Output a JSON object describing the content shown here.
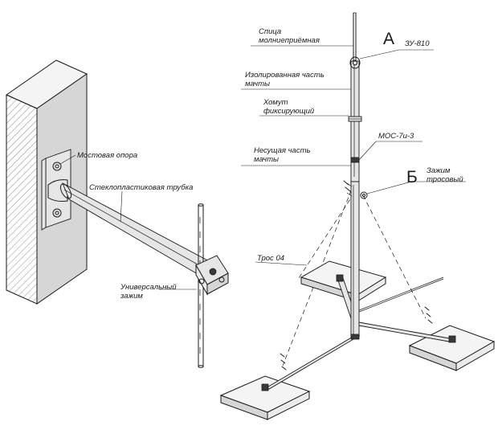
{
  "left_view": {
    "labels": {
      "bridge_support": "Мостовая опора",
      "fiberglass_tube": "Стеклопластиковая трубка",
      "universal_clamp": "Универсальный зажим"
    }
  },
  "right_view": {
    "callouts": {
      "a": "А",
      "b": "Б"
    },
    "labels": {
      "air_terminal": "Спица молниеприёмная",
      "zu_810": "ЗУ-810",
      "insulated_part": "Изолированная часть мачты",
      "fixing_clamp": "Хомут фиксирующий",
      "mos": "МОС-7и-3",
      "bearing_part": "Несущая часть мачты",
      "cable_clamp": "Зажим тросовый",
      "cable": "Трос 04"
    }
  }
}
